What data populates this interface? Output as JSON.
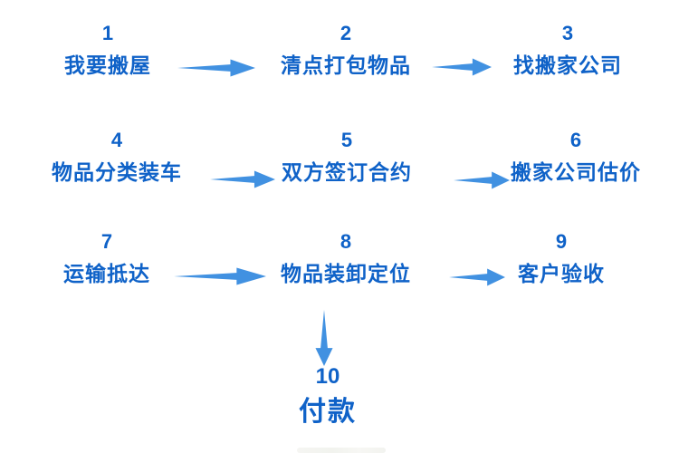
{
  "diagram": {
    "description_note": "10-step moving-house flowchart",
    "steps": [
      {
        "number": "1",
        "label": "我要搬屋"
      },
      {
        "number": "2",
        "label": "清点打包物品"
      },
      {
        "number": "3",
        "label": "找搬家公司"
      },
      {
        "number": "4",
        "label": "物品分类装车"
      },
      {
        "number": "5",
        "label": "双方签订合约"
      },
      {
        "number": "6",
        "label": "搬家公司估价"
      },
      {
        "number": "7",
        "label": "运输抵达"
      },
      {
        "number": "8",
        "label": "物品装卸定位"
      },
      {
        "number": "9",
        "label": "客户验收"
      },
      {
        "number": "10",
        "label": "付款"
      }
    ]
  },
  "colors": {
    "text": "#0F62C8",
    "arrow": "#4191E1"
  }
}
